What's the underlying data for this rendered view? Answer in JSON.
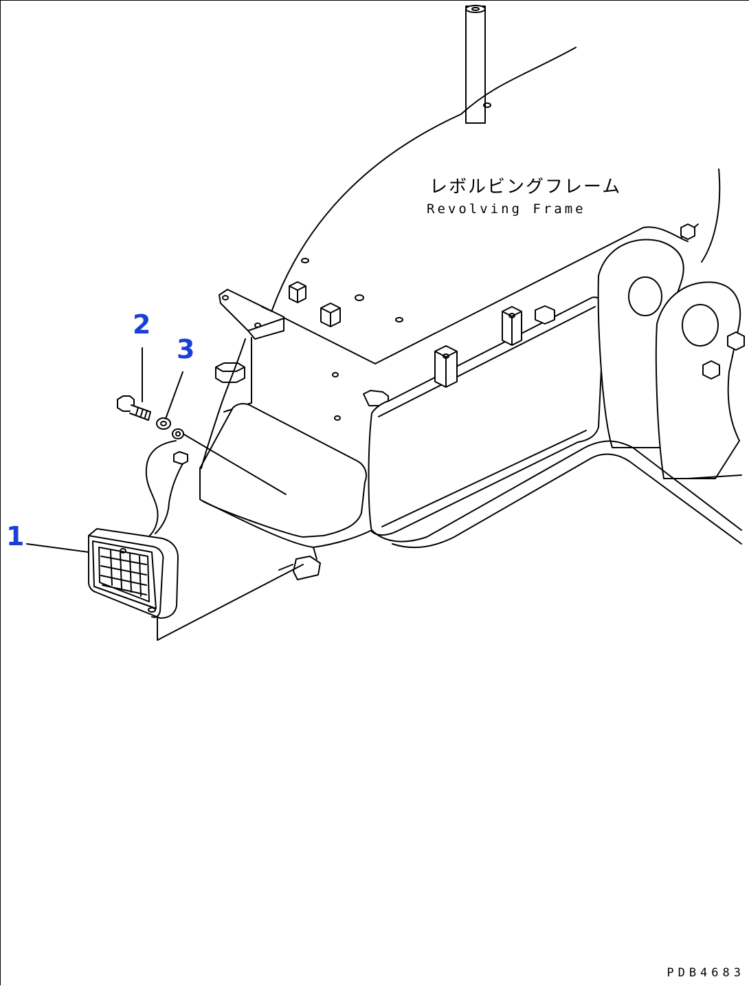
{
  "labels": {
    "frame_jp": "レボルビングフレーム",
    "frame_en": "Revolving Frame",
    "doc_code": "PDB4683"
  },
  "callouts": [
    {
      "id": "1"
    },
    {
      "id": "2"
    },
    {
      "id": "3"
    }
  ],
  "colors": {
    "line": "#000000",
    "callout": "#1a3fd6",
    "background": "#ffffff"
  }
}
